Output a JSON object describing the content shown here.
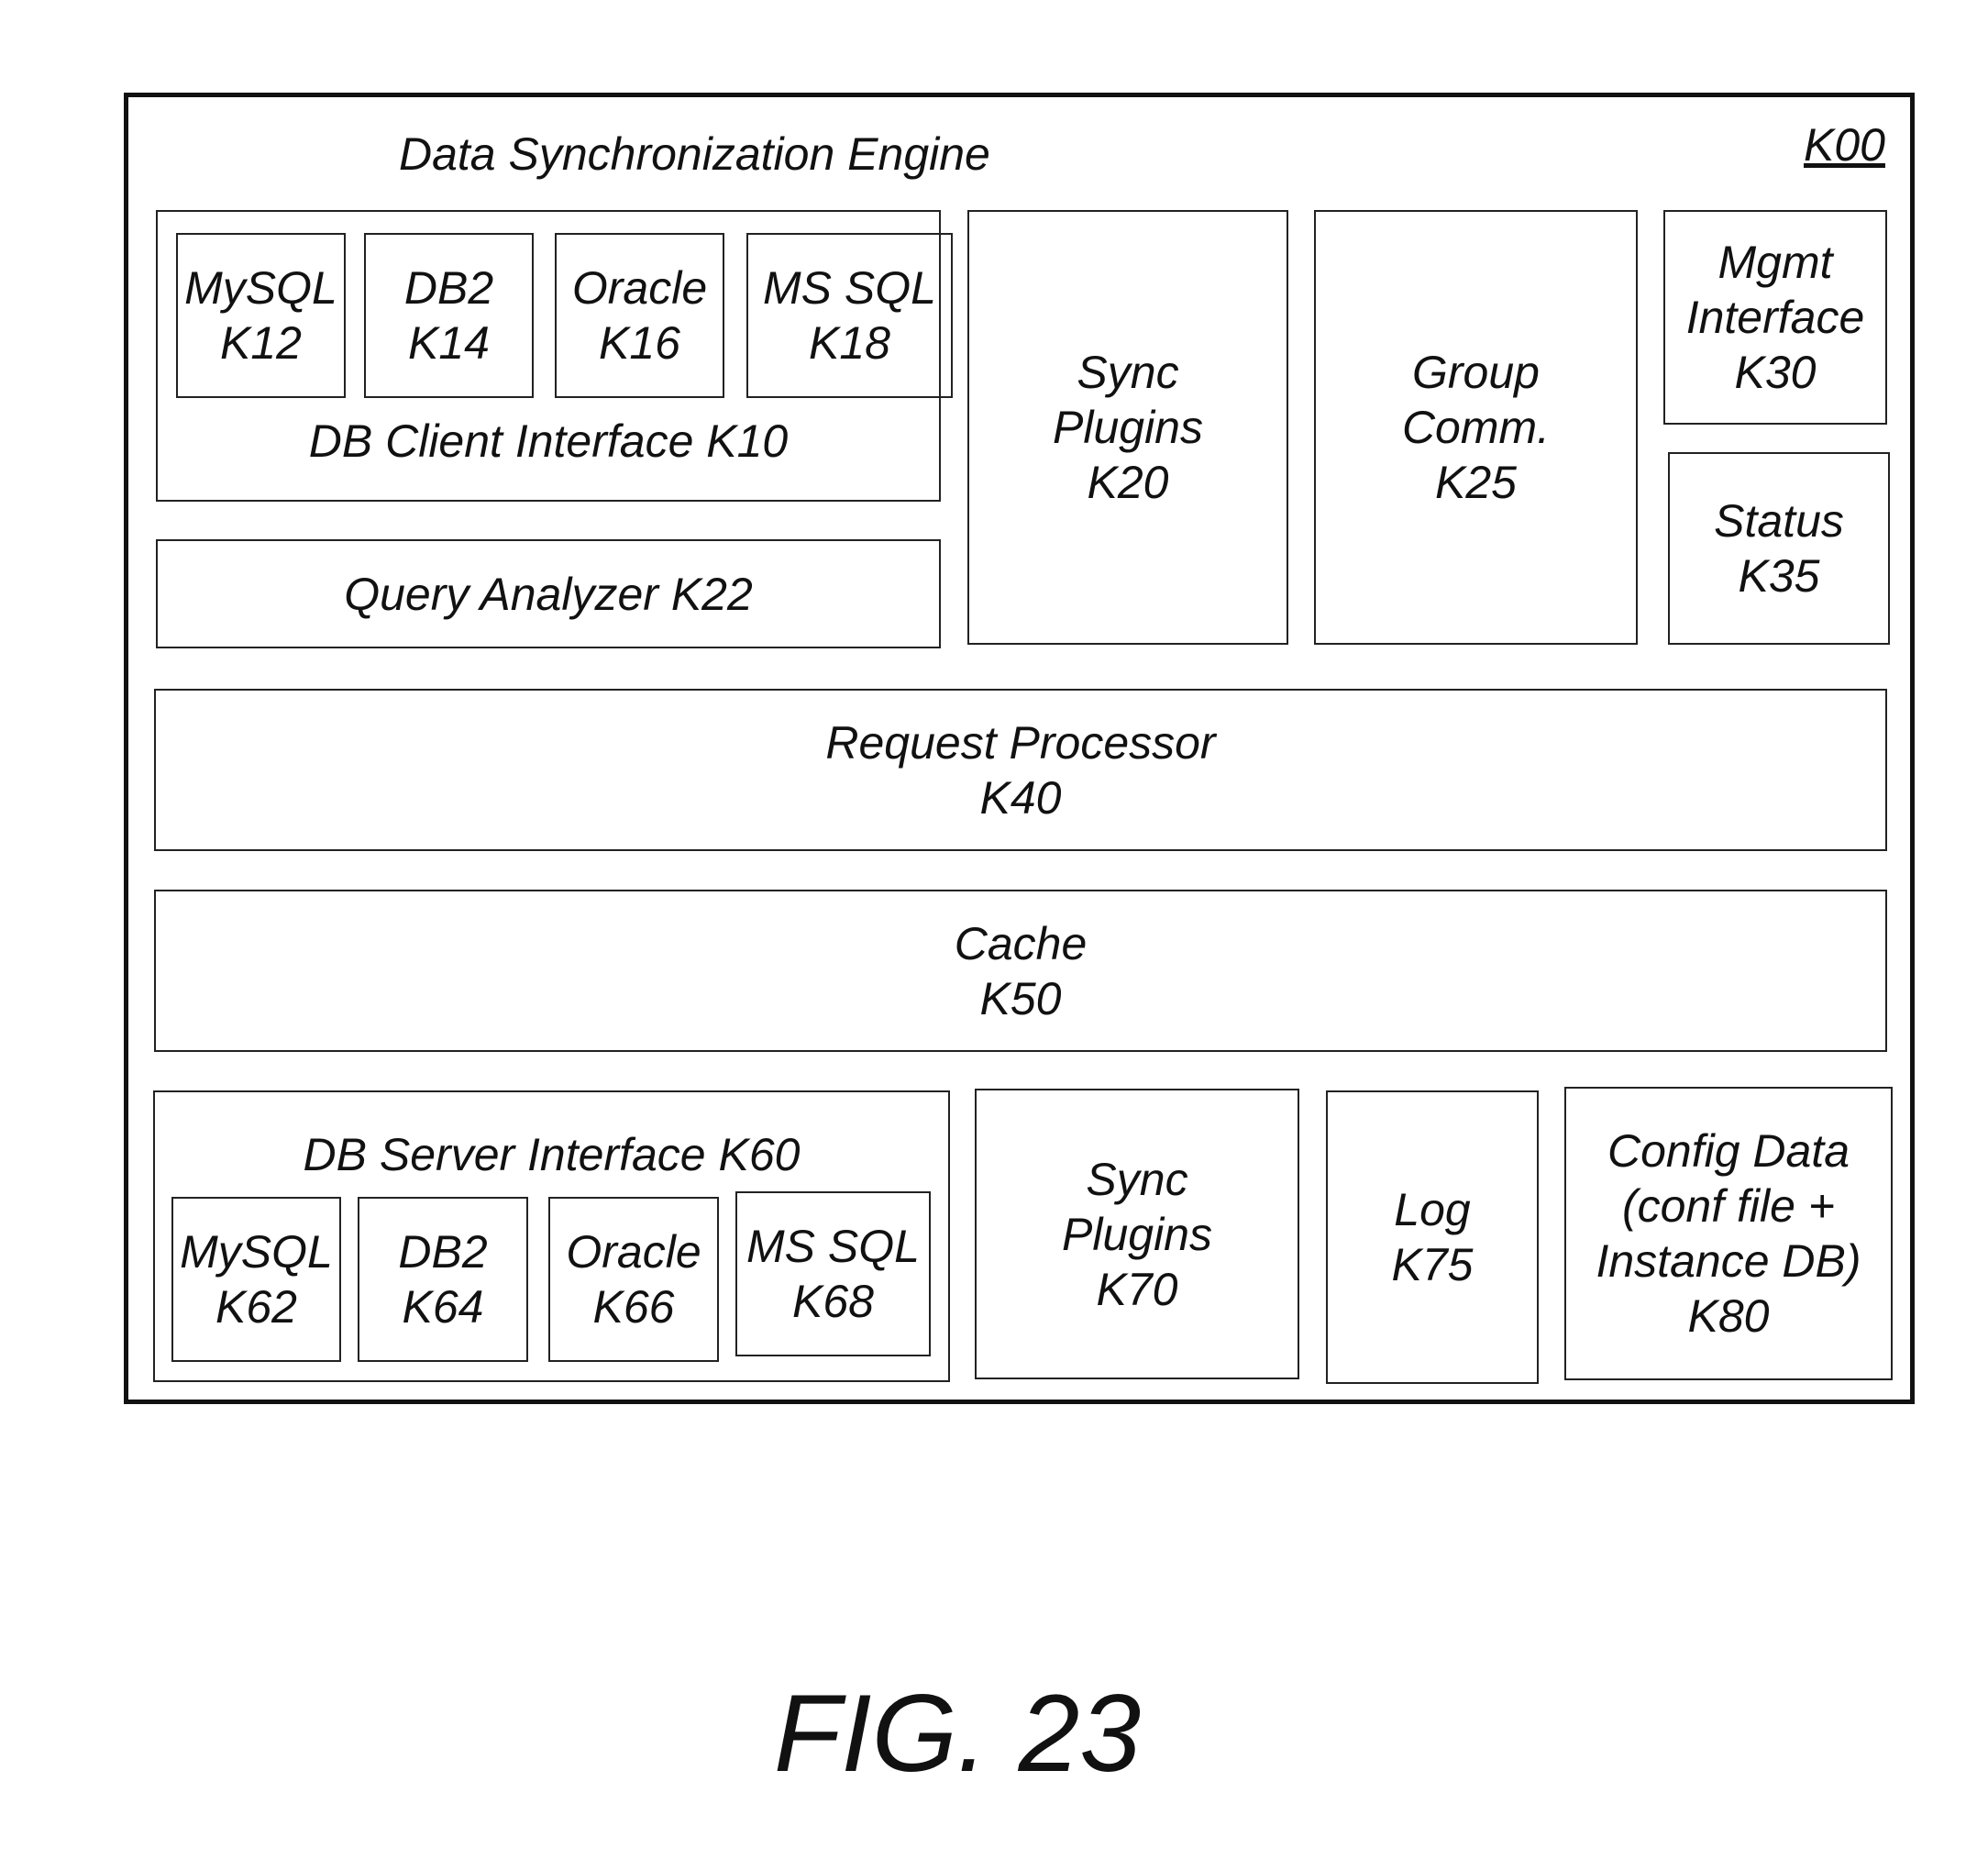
{
  "engine": {
    "title": "Data Synchronization Engine",
    "ref": "K00"
  },
  "db_client_interface": {
    "label": "DB Client Interface K10",
    "drivers": [
      {
        "name": "MySQL",
        "ref": "K12"
      },
      {
        "name": "DB2",
        "ref": "K14"
      },
      {
        "name": "Oracle",
        "ref": "K16"
      },
      {
        "name": "MS SQL",
        "ref": "K18"
      }
    ]
  },
  "query_analyzer": {
    "label": "Query Analyzer K22"
  },
  "sync_plugins_top": {
    "line1": "Sync",
    "line2": "Plugins",
    "ref": "K20"
  },
  "group_comm": {
    "line1": "Group",
    "line2": "Comm.",
    "ref": "K25"
  },
  "mgmt_interface": {
    "line1": "Mgmt",
    "line2": "Interface",
    "ref": "K30"
  },
  "status": {
    "line1": "Status",
    "ref": "K35"
  },
  "request_processor": {
    "line1": "Request Processor",
    "ref": "K40"
  },
  "cache": {
    "line1": "Cache",
    "ref": "K50"
  },
  "db_server_interface": {
    "label": "DB Server Interface K60",
    "drivers": [
      {
        "name": "MySQL",
        "ref": "K62"
      },
      {
        "name": "DB2",
        "ref": "K64"
      },
      {
        "name": "Oracle",
        "ref": "K66"
      },
      {
        "name": "MS SQL",
        "ref": "K68"
      }
    ]
  },
  "sync_plugins_bottom": {
    "line1": "Sync",
    "line2": "Plugins",
    "ref": "K70"
  },
  "log": {
    "line1": "Log",
    "ref": "K75"
  },
  "config_data": {
    "line1": "Config Data",
    "line2": "(conf file +",
    "line3": "Instance DB)",
    "ref": "K80"
  },
  "figure_label": "FIG. 23"
}
